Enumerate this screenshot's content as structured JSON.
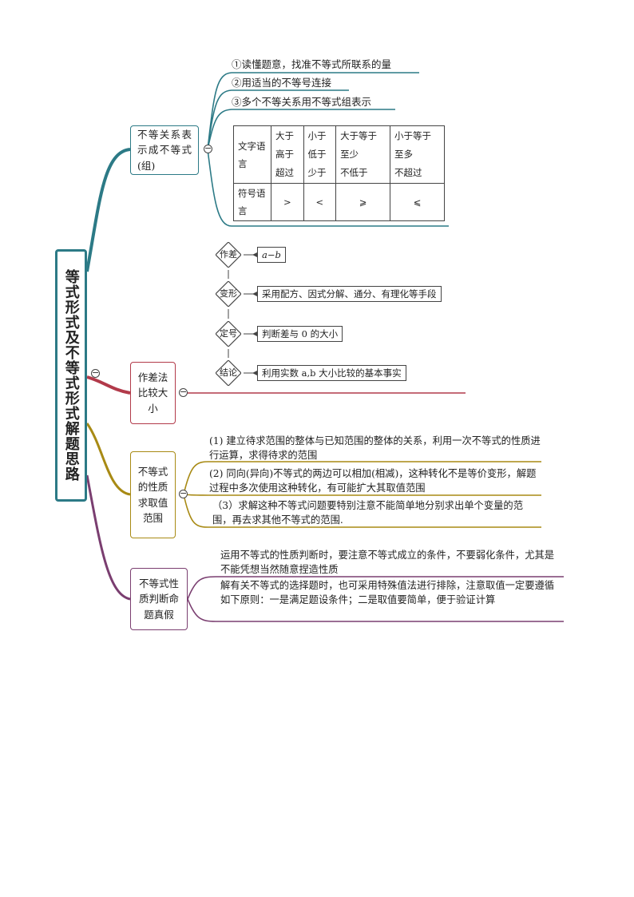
{
  "root_title": "等式形式及不等式形式解题思路",
  "branch1": {
    "label": "不等关系表示成不等式(组)",
    "items": [
      "①读懂题意，找准不等式所联系的量",
      "②用适当的不等号连接",
      "③多个不等关系用不等式组表示"
    ],
    "table": {
      "row1_header": "文字语言",
      "row1": [
        [
          "大于",
          "高于",
          "超过"
        ],
        [
          "小于",
          "低于",
          "少于"
        ],
        [
          "大于等于",
          "至少",
          "不低于"
        ],
        [
          "小于等于",
          "至多",
          "不超过"
        ]
      ],
      "row2_header": "符号语言",
      "row2": [
        ">",
        "<",
        "⩾",
        "⩽"
      ]
    }
  },
  "branch2": {
    "label": "作差法比较大小",
    "steps": [
      {
        "step": "作差",
        "desc": "a−b"
      },
      {
        "step": "变形",
        "desc": "采用配方、因式分解、通分、有理化等手段"
      },
      {
        "step": "定号",
        "desc": "判断差与 0 的大小"
      },
      {
        "step": "结论",
        "desc": "利用实数 a,b 大小比较的基本事实"
      }
    ]
  },
  "branch3": {
    "label": "不等式的性质求取值范围",
    "items": [
      "(1) 建立待求范围的整体与已知范围的整体的关系，利用一次不等式的性质进行运算，求得待求的范围",
      "(2) 同向(异向)不等式的两边可以相加(相减)，这种转化不是等价变形，解题过程中多次使用这种转化，有可能扩大其取值范围",
      "（3）求解这种不等式问题要特别注意不能简单地分别求出单个变量的范围，再去求其他不等式的范围."
    ]
  },
  "branch4": {
    "label": "不等式性质判断命题真假",
    "items": [
      "运用不等式的性质判断时，要注意不等式成立的条件，不要弱化条件，尤其是不能凭想当然随意捏造性质",
      "解有关不等式的选择题时，也可采用特殊值法进行排除，注意取值一定要遵循如下原则：一是满足题设条件；二是取值要简单，便于验证计算"
    ]
  },
  "colors": {
    "teal": "#2c7a86",
    "red": "#b23a4a",
    "gold": "#a88a14",
    "purple": "#7a3e70"
  }
}
